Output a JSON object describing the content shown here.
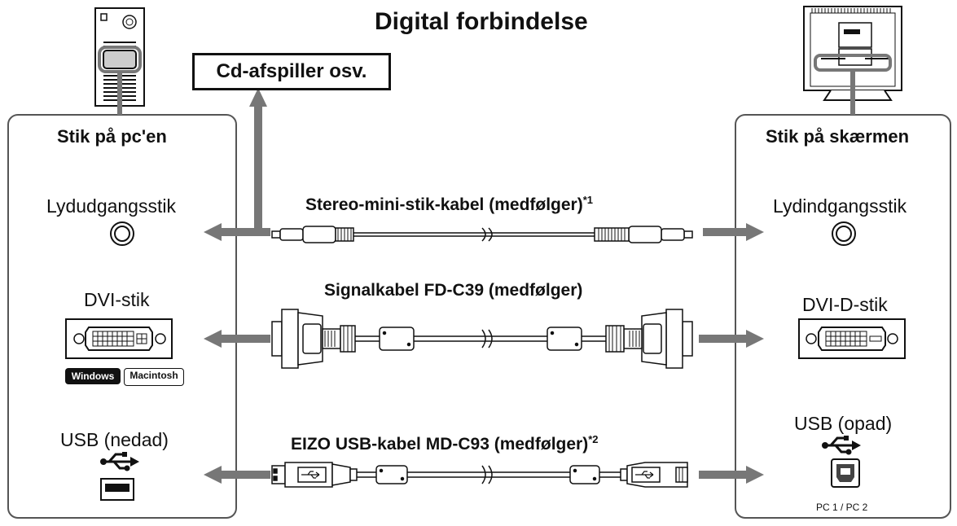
{
  "title": "Digital forbindelse",
  "cd_player_label": "Cd-afspiller osv.",
  "pc_panel": {
    "header": "Stik på pc'en",
    "audio_out": "Lydudgangsstik",
    "dvi": "DVI-stik",
    "os_windows": "Windows",
    "os_macintosh": "Macintosh",
    "usb": "USB (nedad)"
  },
  "monitor_panel": {
    "header": "Stik på skærmen",
    "audio_in": "Lydindgangsstik",
    "dvi": "DVI-D-stik",
    "usb": "USB (opad)",
    "usb_ports": "PC 1 / PC 2"
  },
  "cables": {
    "stereo": {
      "name": "Stereo-mini-stik-kabel (medfølger)",
      "note": "*1"
    },
    "signal": {
      "name": "Signalkabel FD-C39 (medfølger)"
    },
    "usb": {
      "name": "EIZO USB-kabel MD-C93 (medfølger)",
      "note": "*2"
    }
  },
  "colors": {
    "arrow": "#777777",
    "line": "#111111",
    "panel_border": "#555555"
  }
}
